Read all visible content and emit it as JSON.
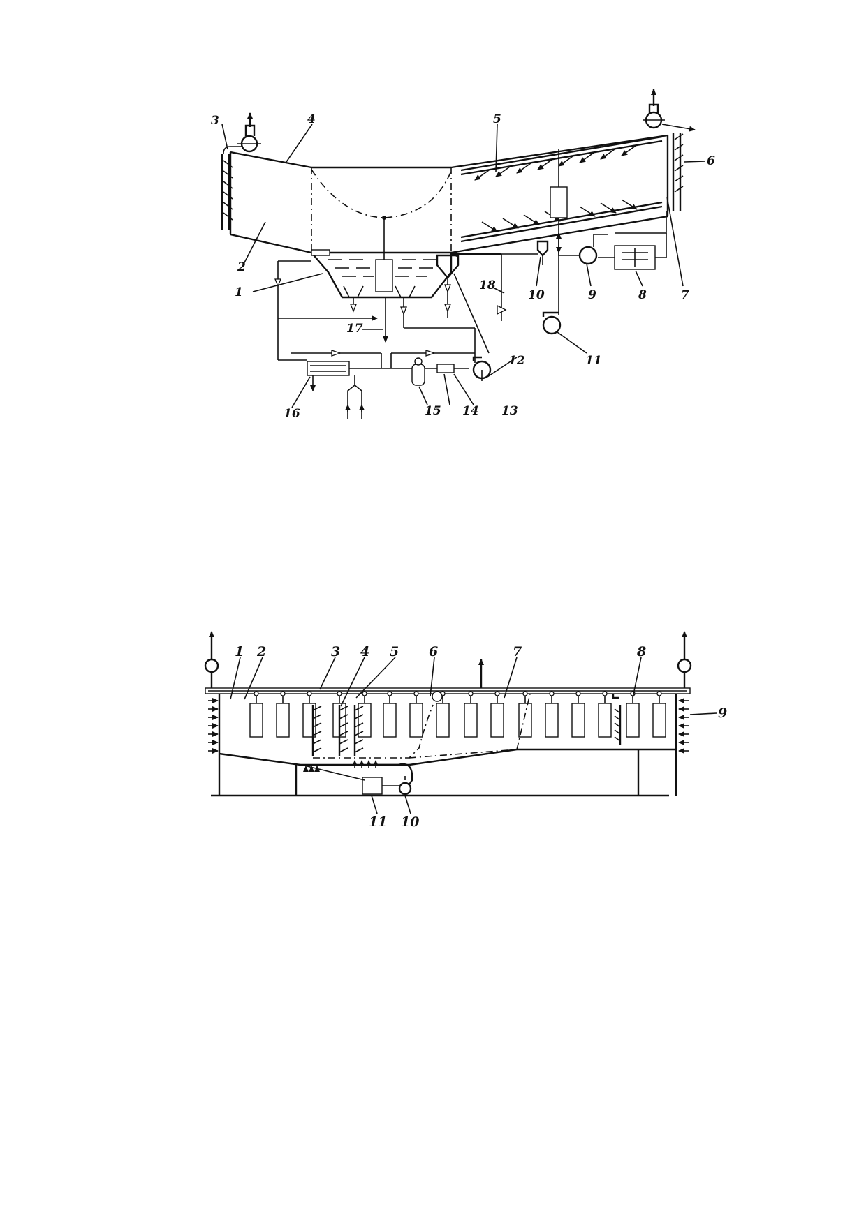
{
  "figure1": {
    "labels": [
      "1",
      "2",
      "3",
      "4",
      "5",
      "6",
      "7",
      "8",
      "9",
      "10",
      "11",
      "12",
      "13",
      "14",
      "15",
      "16",
      "17",
      "18"
    ]
  },
  "figure2": {
    "labels": [
      "1",
      "2",
      "3",
      "4",
      "5",
      "6",
      "7",
      "8",
      "9",
      "10",
      "11"
    ]
  }
}
